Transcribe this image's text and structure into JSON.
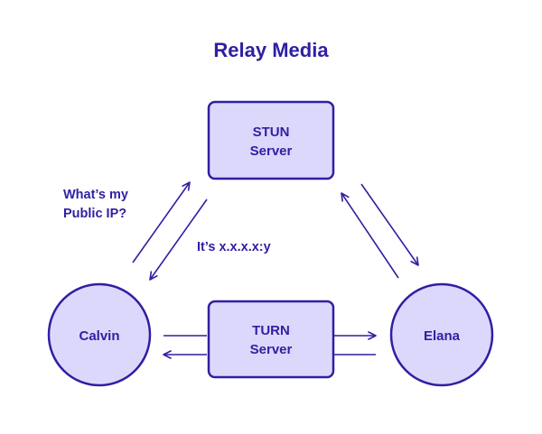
{
  "title": "Relay Media",
  "colors": {
    "accent": "#2f1fa3",
    "node_fill": "#dcd8fb",
    "background": "#ffffff"
  },
  "nodes": {
    "stun": {
      "line1": "STUN",
      "line2": "Server"
    },
    "turn": {
      "line1": "TURN",
      "line2": "Server"
    },
    "calvin": {
      "label": "Calvin"
    },
    "elana": {
      "label": "Elana"
    }
  },
  "annotations": {
    "question_line1": "What’s my",
    "question_line2": "Public IP?",
    "answer": "It’s x.x.x.x:y"
  }
}
